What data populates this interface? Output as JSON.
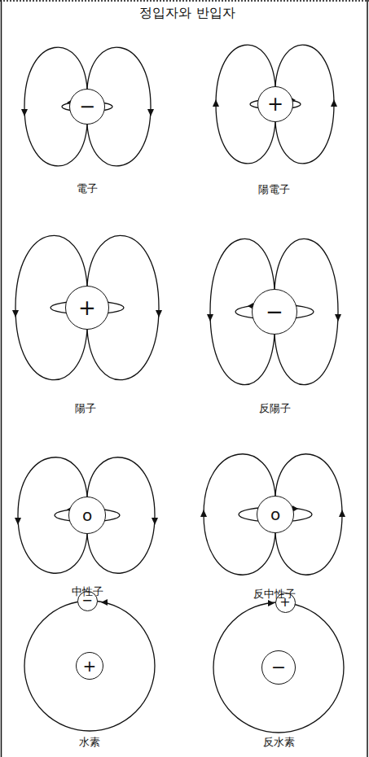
{
  "diagram": {
    "title": "정입자와 반입자",
    "nodes": [
      {
        "text": [
          "−"
        ]
      },
      {
        "text": [
          "+"
        ]
      },
      {
        "text": [
          "+"
        ]
      },
      {
        "text": [
          "−"
        ]
      },
      {
        "text": [
          "o"
        ]
      },
      {
        "text": [
          "o"
        ]
      },
      {
        "text": [
          "−"
        ]
      },
      {
        "text": [
          "+"
        ]
      },
      {
        "text": [
          "+"
        ]
      },
      {
        "text": [
          "−"
        ]
      }
    ],
    "labels": [
      "電子",
      "陽電子",
      "陽子",
      "反陽子",
      "中性子",
      "反中性子",
      "水素",
      "反水素"
    ]
  }
}
